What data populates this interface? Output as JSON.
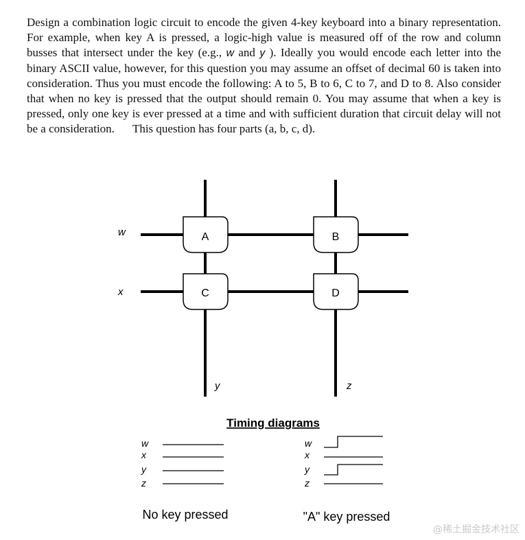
{
  "problem": {
    "part1": "Design a combination logic circuit to encode the given 4-key keyboard into a binary representation. For example, when key A is pressed, a logic-high value is measured off of the row and column busses that intersect under the key (e.g., ",
    "var_w": "w",
    "and_word": " and ",
    "var_y": "y",
    "part2": " ). Ideally you would encode each letter into the binary ASCII value, however, for this question you may assume an offset of decimal 60 is taken into consideration. Thus you must encode the following:  A to 5, B to 6, C to 7, and D to 8.  Also consider that when no key is pressed that the output should remain 0. You may assume that when a key is pressed, only one key is ever pressed at a time and with sufficient duration that circuit delay will not be a consideration.",
    "part3": "This question has four parts (a, b, c, d)."
  },
  "keyboard": {
    "row_labels": [
      "w",
      "x"
    ],
    "column_labels": [
      "y",
      "z"
    ],
    "keys": [
      "A",
      "B",
      "C",
      "D"
    ]
  },
  "timing": {
    "title": "Timing diagrams",
    "signal_labels": [
      "w",
      "x",
      "y",
      "z"
    ],
    "captions": [
      "No key pressed",
      "\"A\" key pressed"
    ]
  },
  "watermark": "@稀土掘金技术社区"
}
